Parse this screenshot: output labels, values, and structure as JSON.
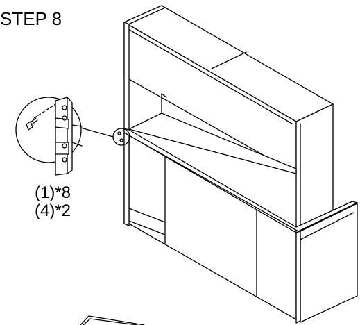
{
  "step": {
    "title": "STEP 8"
  },
  "parts": [
    {
      "label": "(1)*8"
    },
    {
      "label": "(4)*2"
    }
  ],
  "colors": {
    "line": "#000000",
    "background": "#ffffff"
  }
}
